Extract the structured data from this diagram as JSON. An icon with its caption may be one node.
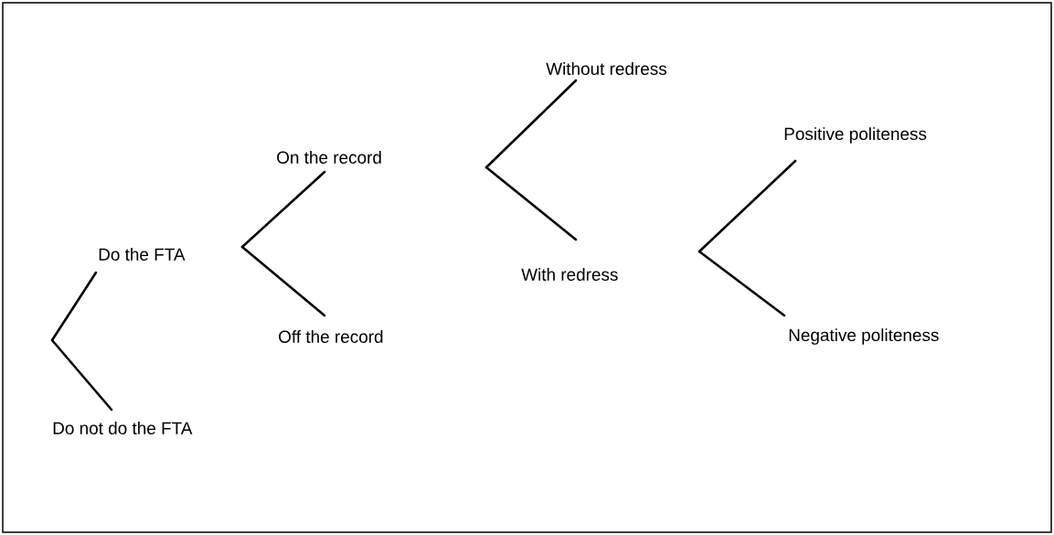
{
  "diagram": {
    "nodes": [
      {
        "text": [
          "Do the FTA"
        ]
      },
      {
        "text": [
          "Do not do the FTA"
        ]
      },
      {
        "text": [
          "On the record"
        ]
      },
      {
        "text": [
          "Off the record"
        ]
      },
      {
        "text": [
          "Without redress"
        ]
      },
      {
        "text": [
          "With redress"
        ]
      },
      {
        "text": [
          "Positive politeness"
        ]
      },
      {
        "text": [
          "Negative politeness"
        ]
      }
    ],
    "edges": [
      {
        "from": null,
        "to": 0,
        "arrow": "none"
      },
      {
        "from": null,
        "to": 1,
        "arrow": "none"
      },
      {
        "from": 0,
        "to": 2,
        "arrow": "none"
      },
      {
        "from": 0,
        "to": 3,
        "arrow": "none"
      },
      {
        "from": null,
        "to": 4,
        "arrow": "none"
      },
      {
        "from": null,
        "to": 5,
        "arrow": "none"
      },
      {
        "from": null,
        "to": 6,
        "arrow": "none"
      },
      {
        "from": null,
        "to": 7,
        "arrow": "none"
      }
    ]
  }
}
